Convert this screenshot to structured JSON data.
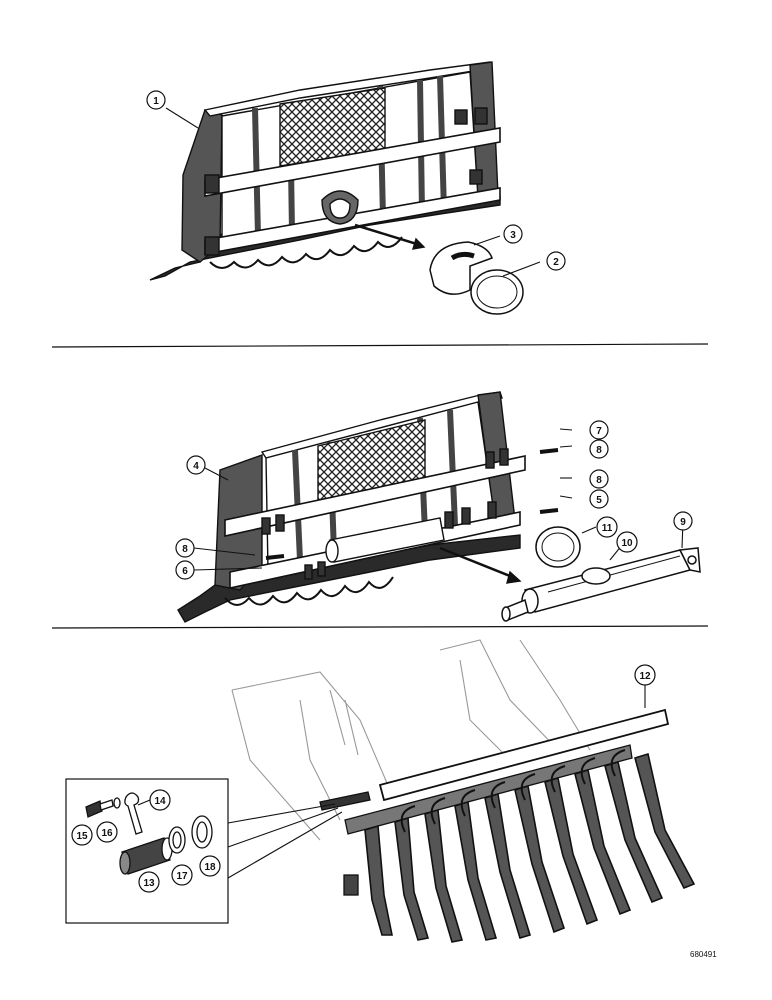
{
  "callouts": {
    "c1": "1",
    "c2": "2",
    "c3": "3",
    "c4": "4",
    "c5": "5",
    "c6": "6",
    "c7": "7",
    "c8a": "8",
    "c8b": "8",
    "c8c": "8",
    "c9": "9",
    "c10": "10",
    "c11": "11",
    "c12": "12",
    "c13": "13",
    "c14": "14",
    "c15": "15",
    "c16": "16",
    "c17": "17",
    "c18": "18"
  },
  "figure_code": "680491"
}
